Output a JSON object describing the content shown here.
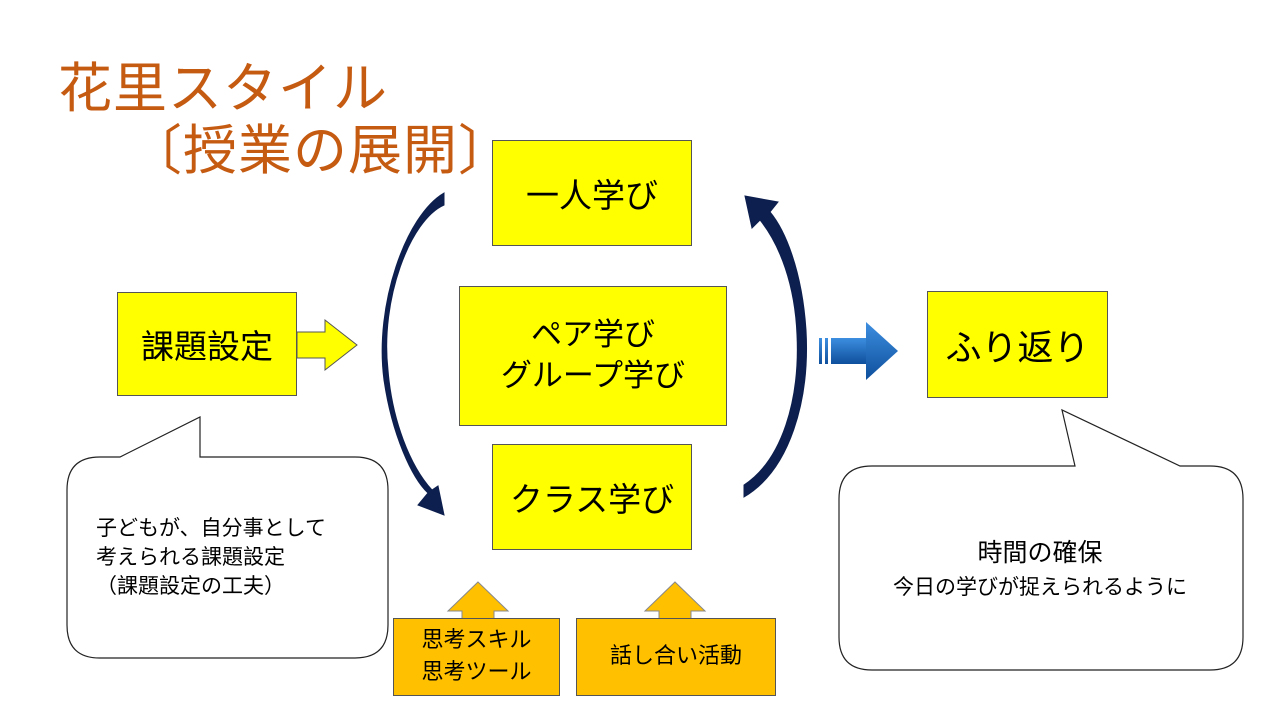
{
  "title": {
    "line1": "花里スタイル",
    "line2": "〔授業の展開〕"
  },
  "boxes": {
    "kadai": "課題設定",
    "hitori": "一人学び",
    "pair_line1": "ペア学び",
    "pair_line2": "グループ学び",
    "class": "クラス学び",
    "furikaeri": "ふり返り",
    "skill_line1": "思考スキル",
    "skill_line2": "思考ツール",
    "hanashiai": "話し合い活動"
  },
  "callouts": {
    "left_line1": "子どもが、自分事として",
    "left_line2": "考えられる課題設定",
    "left_line3": "（課題設定の工夫）",
    "right_title": "時間の確保",
    "right_sub": "今日の学びが捉えられるように"
  },
  "colors": {
    "title": "#c55a11",
    "box_yellow": "#ffff00",
    "box_orange": "#ffc000",
    "curve_arrow": "#0d1f4e",
    "block_arrow_blue": "#1f6fc7"
  }
}
